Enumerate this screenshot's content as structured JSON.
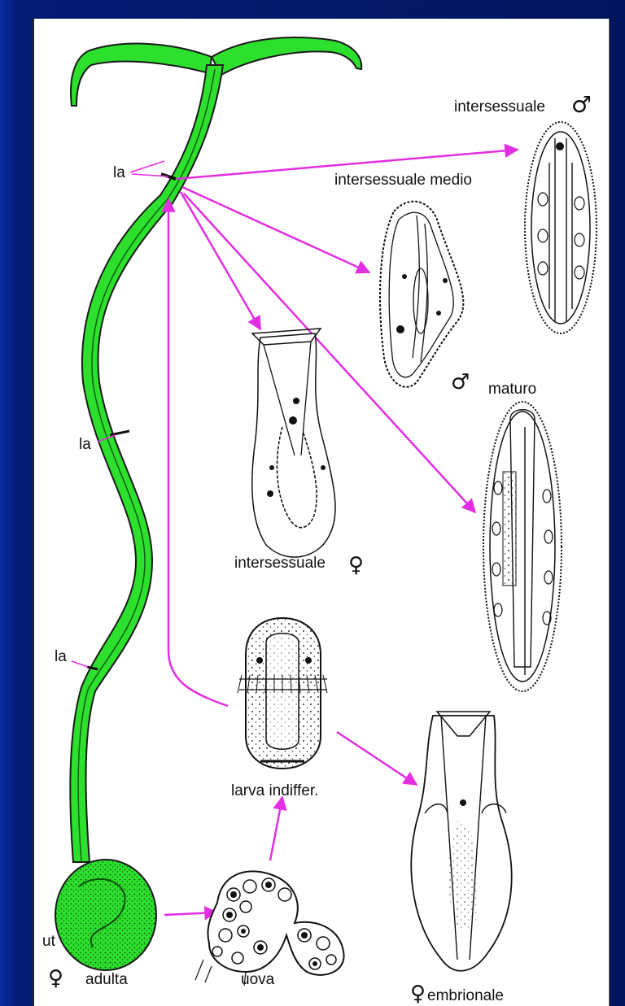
{
  "labels": {
    "la_top": "la",
    "la_middle": "la",
    "la_lower": "la",
    "ut": "ut",
    "adulta": "adulta",
    "uova": "uova",
    "larva_indiffer": "larva indiffer.",
    "embrionale": "embrionale",
    "intersessuale_female": "intersessuale",
    "intersessuale_medio": "intersessuale medio",
    "intersessuale_male": "intersessuale",
    "maturo": "maturo"
  },
  "symbols": {
    "female": "♀",
    "male": "♂"
  },
  "colors": {
    "background": "#02155c",
    "adult_body": "#2ee02e",
    "arrows": "#e22fe2",
    "ink": "#111111",
    "panel": "#ffffff"
  }
}
